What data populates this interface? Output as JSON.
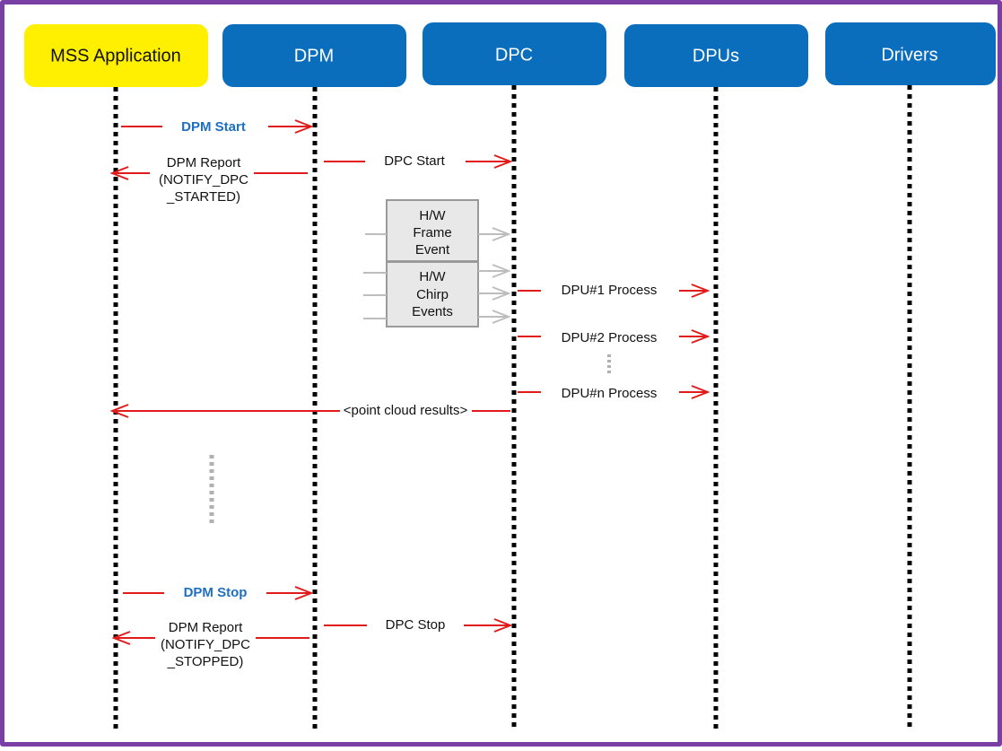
{
  "colors": {
    "frame": "#7a3fa5",
    "app_header": "#ffef00",
    "module_header": "#0a6ebd",
    "arrow": "#e11b1b",
    "hw_arrow": "#bdbdbd",
    "hw_box_fill": "#e8e8e8",
    "blue_label": "#1f6fc0"
  },
  "lanes": {
    "app": "MSS Application",
    "dpm": "DPM",
    "dpc": "DPC",
    "dpus": "DPUs",
    "drivers": "Drivers"
  },
  "messages": {
    "dpm_start": "DPM Start",
    "dpm_report_start_1": "DPM Report",
    "dpm_report_start_2": "(NOTIFY_DPC",
    "dpm_report_start_3": "_STARTED)",
    "dpc_start": "DPC Start",
    "dpu1": "DPU#1  Process",
    "dpu2": "DPU#2  Process",
    "dpun": "DPU#n  Process",
    "point_cloud": "<point cloud results>",
    "dpm_stop": "DPM Stop",
    "dpm_report_stop_1": "DPM Report",
    "dpm_report_stop_2": "(NOTIFY_DPC",
    "dpm_report_stop_3": "_STOPPED)",
    "dpc_stop": "DPC Stop"
  },
  "hw_events": {
    "frame_1": "H/W",
    "frame_2": "Frame",
    "frame_3": "Event",
    "chirp_1": "H/W",
    "chirp_2": "Chirp",
    "chirp_3": "Events"
  }
}
